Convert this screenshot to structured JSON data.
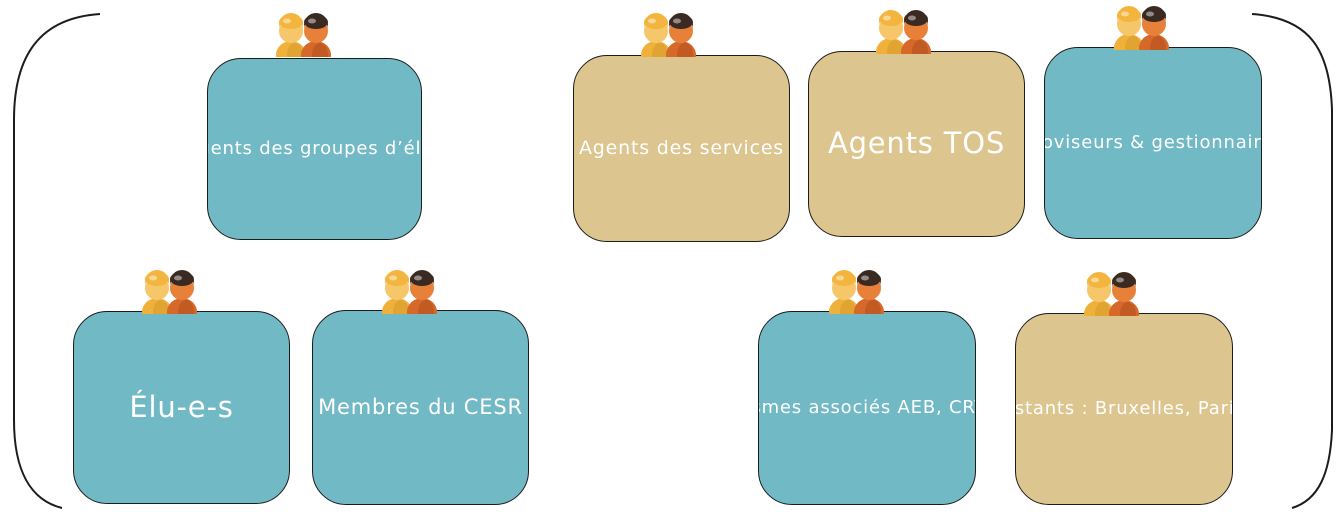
{
  "colors": {
    "elected_blue": "#72b9c6",
    "staff_tan": "#dcc58e",
    "border": "#1c1c1c",
    "text": "#ffffff"
  },
  "icon": "people-pair-icon",
  "boxes": [
    {
      "id": "agents-groupes-elus",
      "label": "Agents des\ngroupes\nd’élus",
      "group": "elected_blue"
    },
    {
      "id": "agents-services",
      "label": "Agents\ndes\nservices",
      "group": "staff_tan"
    },
    {
      "id": "agents-tos",
      "label": "Agents\nTOS",
      "group": "staff_tan"
    },
    {
      "id": "proviseurs-gestionnaires",
      "label": "Proviseurs\n&\ngestionnaires",
      "group": "elected_blue"
    },
    {
      "id": "elu-e-s",
      "label": "Élu-e-s",
      "group": "elected_blue"
    },
    {
      "id": "membres-cesr",
      "label": "Membres\ndu\nCESR",
      "group": "elected_blue"
    },
    {
      "id": "organismes-associes",
      "label": "Organismes\nassociés\nAEB, CRT,\nEPFR",
      "group": "elected_blue"
    },
    {
      "id": "sites-distants",
      "label": "Sites\nDistants :\nBruxelles,\nParis, ports",
      "group": "staff_tan"
    }
  ]
}
